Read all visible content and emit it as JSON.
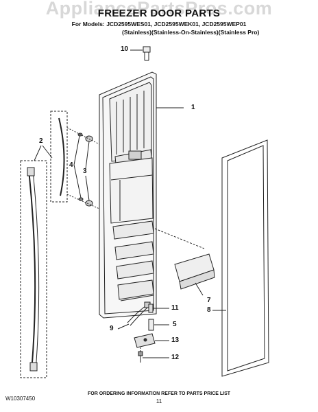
{
  "header": {
    "watermark": "AppliancePartsPros.com",
    "title": "FREEZER DOOR PARTS",
    "models": "For Models: JCD2595WES01, JCD2595WEK01, JCD2595WEP01",
    "variants": "(Stainless)(Stainless-On-Stainless)(Stainless Pro)"
  },
  "callouts": {
    "c1": "1",
    "c2": "2",
    "c3": "3",
    "c4": "4",
    "c5": "5",
    "c7": "7",
    "c8": "8",
    "c9": "9",
    "c10": "10",
    "c11": "11",
    "c12": "12",
    "c13": "13"
  },
  "footer": {
    "code": "W10307450",
    "note": "FOR ORDERING INFORMATION REFER TO PARTS PRICE LIST",
    "page": "11"
  }
}
